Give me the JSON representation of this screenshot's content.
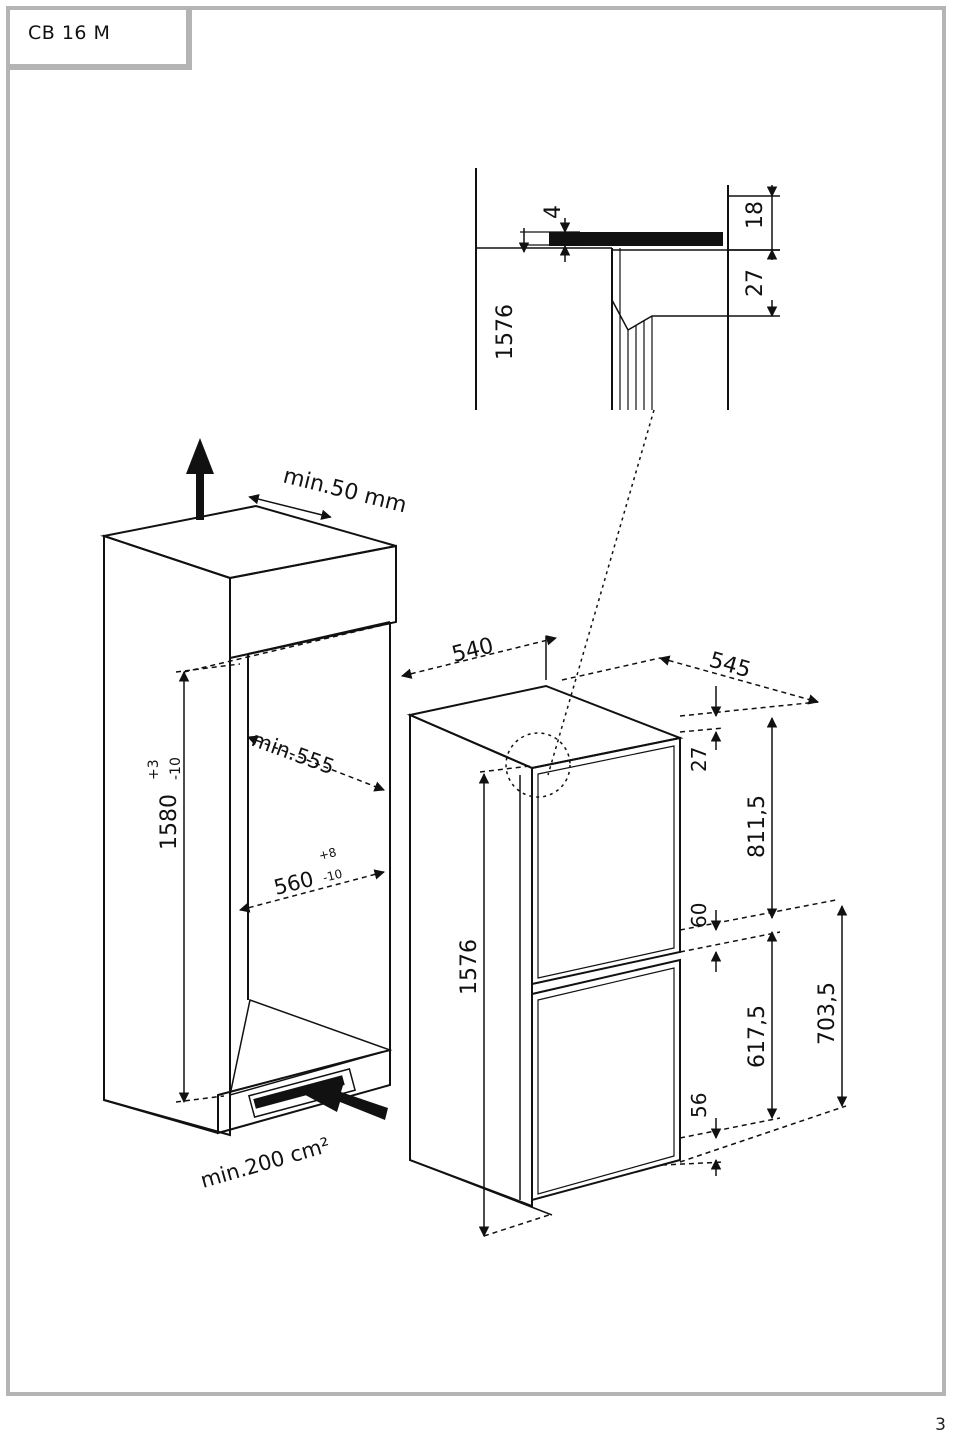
{
  "header": {
    "model": "CB 16 M"
  },
  "page": {
    "number": "3"
  },
  "detail": {
    "dim_4": "4",
    "dim_18": "18",
    "dim_27": "27",
    "dim_1576": "1576"
  },
  "niche": {
    "vent_top": "min.50 mm",
    "height": "1580",
    "height_tol_plus": "+3",
    "height_tol_minus": "-10",
    "depth": "min.555",
    "width": "560",
    "width_tol_plus": "+8",
    "width_tol_minus": "-10",
    "vent_bottom": "min.200 cm²"
  },
  "appliance": {
    "width": "540",
    "depth": "545",
    "height": "1576",
    "gap_top": "27",
    "door_upper": "811,5",
    "gap_middle": "60",
    "door_lower": "617,5",
    "gap_bottom": "56",
    "span_lower": "703,5"
  }
}
